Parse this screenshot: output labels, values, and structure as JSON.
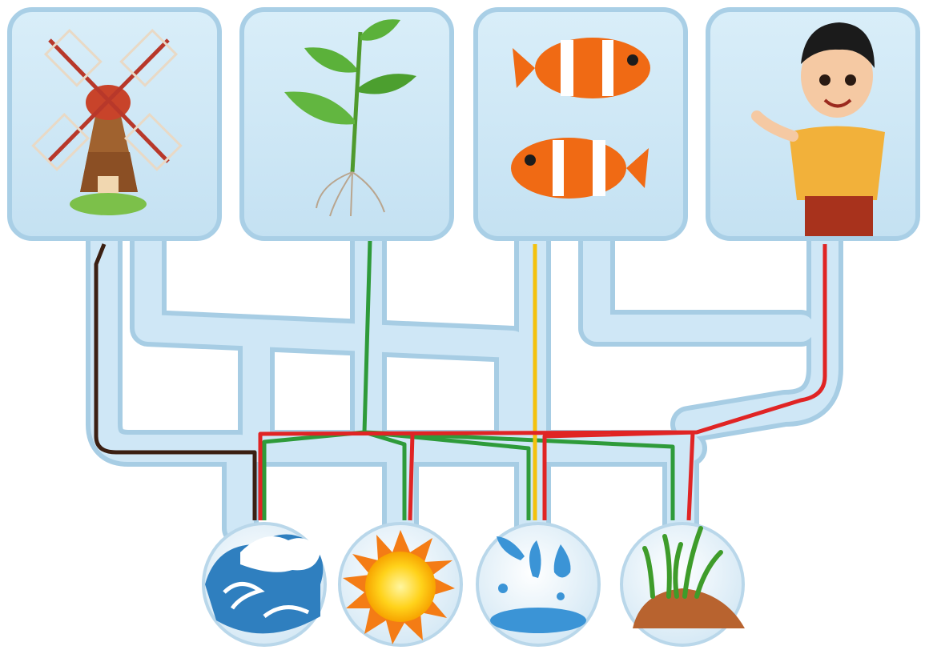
{
  "top_items": [
    {
      "name": "windmill",
      "icon": "windmill-icon"
    },
    {
      "name": "plant",
      "icon": "plant-icon"
    },
    {
      "name": "fish",
      "icon": "fish-icon"
    },
    {
      "name": "boy",
      "icon": "boy-icon"
    }
  ],
  "bottom_items": [
    {
      "name": "wind",
      "icon": "wind-icon"
    },
    {
      "name": "sun",
      "icon": "sun-icon"
    },
    {
      "name": "water",
      "icon": "water-icon"
    },
    {
      "name": "soil",
      "icon": "soil-icon"
    }
  ],
  "connections": [
    {
      "from": "windmill",
      "to": [
        "wind"
      ],
      "color": "#3b1f12"
    },
    {
      "from": "plant",
      "to": [
        "wind",
        "sun",
        "water",
        "soil"
      ],
      "color": "#2e9b3a"
    },
    {
      "from": "fish",
      "to": [
        "water"
      ],
      "color": "#f4c20d"
    },
    {
      "from": "boy",
      "to": [
        "wind",
        "sun",
        "water",
        "soil"
      ],
      "color": "#e02424"
    }
  ],
  "colors": {
    "card_fill": "#cfe6f4",
    "card_border": "#a9cfe6",
    "pipe_fill": "#bcdcef"
  }
}
